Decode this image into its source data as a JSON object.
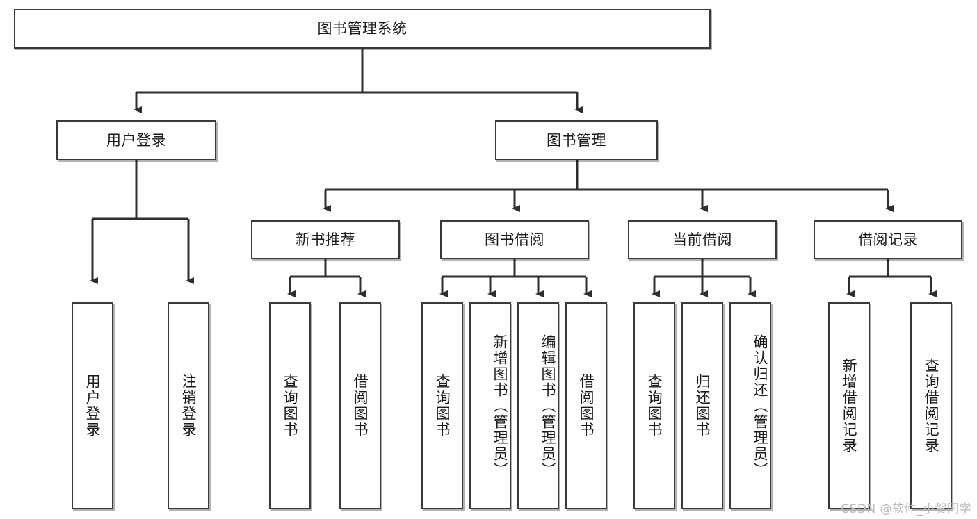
{
  "diagram": {
    "title": "图书管理系统",
    "type": "tree-hierarchy-diagram",
    "watermark": "CSDN @软件_小贺同学",
    "colors": {
      "stroke": "#3a3a3a",
      "fill": "#ffffff",
      "text": "#1a1a1a",
      "watermark": "#b9b9b9"
    },
    "root": {
      "label": "图书管理系统"
    },
    "level2": [
      {
        "id": "user-login",
        "label": "用户登录"
      },
      {
        "id": "book-management",
        "label": "图书管理"
      }
    ],
    "level3": [
      {
        "id": "new-book-recommend",
        "label": "新书推荐"
      },
      {
        "id": "book-borrow",
        "label": "图书借阅"
      },
      {
        "id": "current-borrow",
        "label": "当前借阅"
      },
      {
        "id": "borrow-record",
        "label": "借阅记录"
      }
    ],
    "leaves": {
      "user_login": [
        {
          "id": "leaf-user-login",
          "label": "用户登录"
        },
        {
          "id": "leaf-logout",
          "label": "注销登录"
        }
      ],
      "new_book_recommend": [
        {
          "id": "leaf-query-book-1",
          "label": "查询图书"
        },
        {
          "id": "leaf-borrow-book-1",
          "label": "借阅图书"
        }
      ],
      "book_borrow": [
        {
          "id": "leaf-query-book-2",
          "label": "查询图书"
        },
        {
          "id": "leaf-add-book",
          "label": "新增图书（管理员）"
        },
        {
          "id": "leaf-edit-book",
          "label": "编辑图书（管理员）"
        },
        {
          "id": "leaf-borrow-book-2",
          "label": "借阅图书"
        }
      ],
      "current_borrow": [
        {
          "id": "leaf-query-book-3",
          "label": "查询图书"
        },
        {
          "id": "leaf-return-book",
          "label": "归还图书"
        },
        {
          "id": "leaf-confirm-return",
          "label": "确认归还（管理员）"
        }
      ],
      "borrow_record": [
        {
          "id": "leaf-add-record",
          "label": "新增借阅记录"
        },
        {
          "id": "leaf-query-record",
          "label": "查询借阅记录"
        }
      ]
    }
  }
}
